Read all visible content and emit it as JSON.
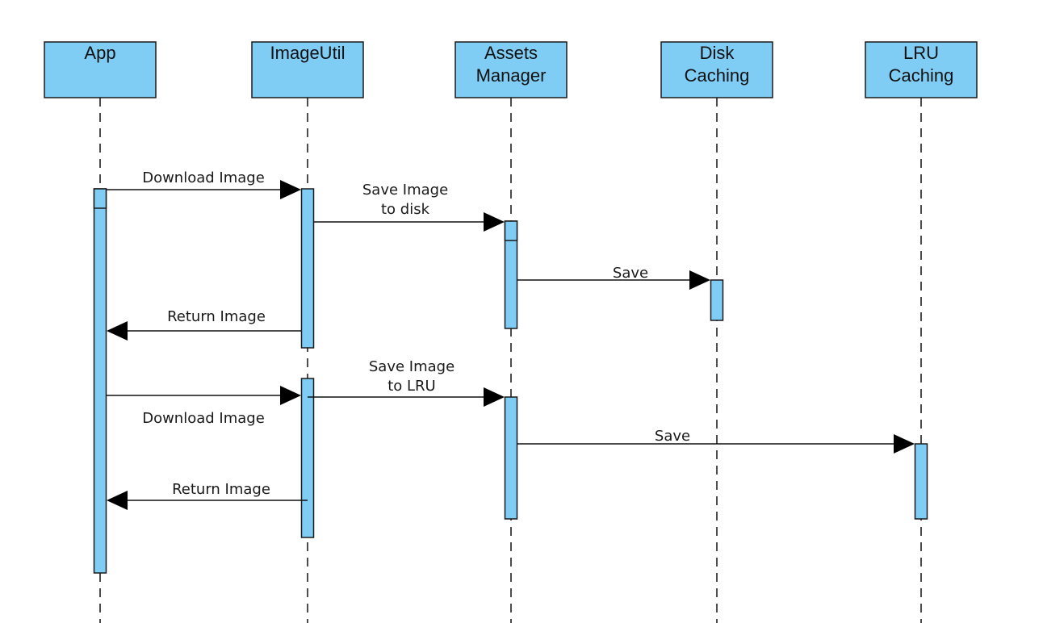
{
  "participants": [
    {
      "id": "app",
      "lines": [
        "App"
      ]
    },
    {
      "id": "imageutil",
      "lines": [
        "ImageUtil"
      ]
    },
    {
      "id": "assets-manager",
      "lines": [
        "Assets",
        "Manager"
      ]
    },
    {
      "id": "disk-caching",
      "lines": [
        "Disk",
        "Caching"
      ]
    },
    {
      "id": "lru-caching",
      "lines": [
        "LRU",
        "Caching"
      ]
    }
  ],
  "messages": [
    {
      "id": "download-image-1",
      "from": "app",
      "to": "imageutil",
      "lines": [
        "Download Image"
      ]
    },
    {
      "id": "save-image-to-disk",
      "from": "imageutil",
      "to": "assets-manager",
      "lines": [
        "Save Image",
        "to disk"
      ]
    },
    {
      "id": "save-disk",
      "from": "assets-manager",
      "to": "disk-caching",
      "lines": [
        "Save"
      ]
    },
    {
      "id": "return-image-1",
      "from": "imageutil",
      "to": "app",
      "lines": [
        "Return Image"
      ]
    },
    {
      "id": "save-image-to-lru",
      "from": "imageutil",
      "to": "assets-manager",
      "lines": [
        "Save Image",
        "to LRU"
      ]
    },
    {
      "id": "download-image-2",
      "from": "app",
      "to": "imageutil",
      "lines": [
        "Download Image"
      ]
    },
    {
      "id": "save-lru",
      "from": "assets-manager",
      "to": "lru-caching",
      "lines": [
        "Save"
      ]
    },
    {
      "id": "return-image-2",
      "from": "imageutil",
      "to": "app",
      "lines": [
        "Return Image"
      ]
    }
  ],
  "colors": {
    "participant_fill": "#7fcdf5",
    "activation_fill": "#7fcdf5",
    "line": "#111111",
    "arrowhead": "#000000"
  }
}
